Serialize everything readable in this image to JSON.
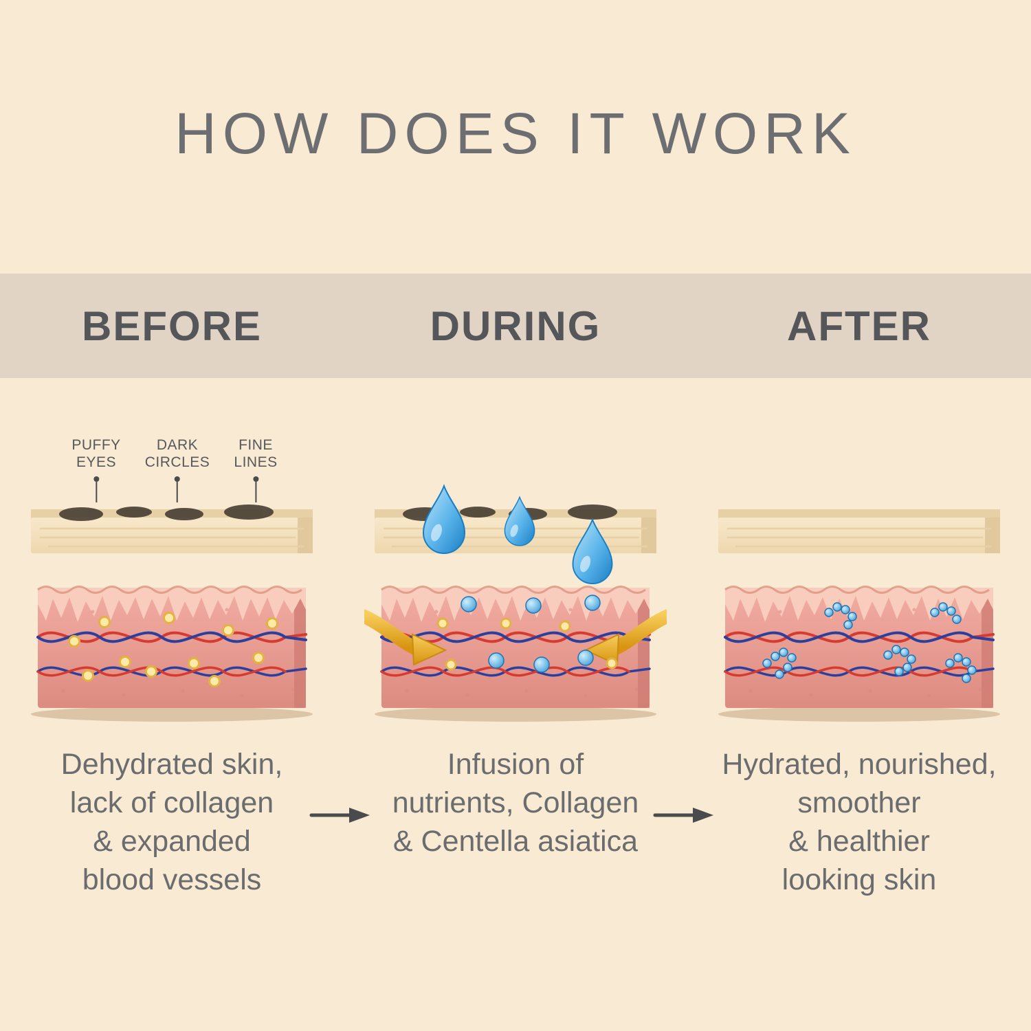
{
  "page": {
    "title": "HOW DOES IT WORK"
  },
  "stages": [
    {
      "key": "before",
      "header": "BEFORE",
      "caption": "Dehydrated skin,\nlack of collagen\n& expanded\nblood vessels",
      "features": [
        "dark-spots",
        "yellow-beads",
        "expanded-vessels"
      ]
    },
    {
      "key": "during",
      "header": "DURING",
      "caption": "Infusion of\nnutrients, Collagen\n& Centella asiatica",
      "features": [
        "water-drops",
        "gold-infusion-arrows",
        "blue-beads",
        "yellow-beads",
        "dark-spots"
      ]
    },
    {
      "key": "after",
      "header": "AFTER",
      "caption": "Hydrated, nourished,\nsmoother\n& healthier\nlooking skin",
      "features": [
        "smooth-surface",
        "blue-bead-chains"
      ]
    }
  ],
  "callouts": [
    {
      "label": "PUFFY\nEYES"
    },
    {
      "label": "DARK\nCIRCLES"
    },
    {
      "label": "FINE\nLINES"
    }
  ],
  "icons": {
    "flow_arrow": "→",
    "water_drop": "droplet-shape",
    "infusion_arrow": "curved-gold-arrow",
    "callout_pin": "pin-with-dot"
  },
  "colors": {
    "background": "#f8ead3",
    "band": "#e2d4c5",
    "heading": "#6d6e71",
    "stage_header": "#55565a",
    "caption_text": "#6b6c6e",
    "flow_arrow": "#4a4b4d",
    "skin_pink": "#efa79d",
    "epidermis_strip": "#f8cdbd",
    "plank_tan": "#f5e3c0",
    "dark_spot": "#473e33",
    "vessel_red": "#d63a31",
    "vessel_blue": "#2a3f9e",
    "bead_yellow": "#fdeaa8",
    "bead_blue": "#58b7ec",
    "water_drop_blue": "#2f9ad9",
    "gold_arrow": "#e8a81c"
  }
}
